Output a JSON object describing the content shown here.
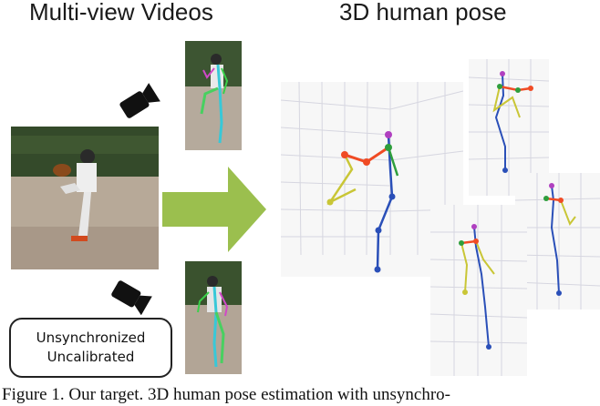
{
  "headings": {
    "left": "Multi-view Videos",
    "right": "3D human pose"
  },
  "badge": {
    "line1": "Unsynchronized",
    "line2": "Uncalibrated"
  },
  "caption": "Figure 1. Our target. 3D human pose estimation with unsynchro-",
  "colors": {
    "arrow": "#9bbf4e",
    "spine": "#2a4fb8",
    "left_arm": "#c9c636",
    "right_arm": "#2e9e3c",
    "shoulder": "#f04b24",
    "head": "#b040c0"
  },
  "icons": [
    "camera-icon",
    "camera-icon"
  ]
}
